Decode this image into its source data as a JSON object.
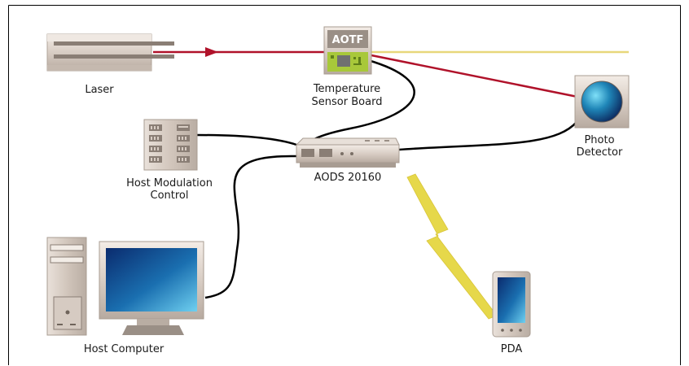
{
  "labels": {
    "laser": "Laser",
    "temperature_sensor_board_line1": "Temperature",
    "temperature_sensor_board_line2": "Sensor Board",
    "aotf": "AOTF",
    "host_modulation_control_line1": "Host Modulation",
    "host_modulation_control_line2": "Control",
    "aods": "AODS 20160",
    "photo_detector_line1": "Photo",
    "photo_detector_line2": "Detector",
    "host_computer": "Host Computer",
    "pda": "PDA"
  },
  "colors": {
    "laser_beam": "#b0122a",
    "yellow_beam": "#e8d77a",
    "cable": "#000000",
    "wireless_bolt": "#e6d84a",
    "frame": "#000000"
  },
  "icons": {
    "laser": "laser-device-icon",
    "aotf": "aotf-module-icon",
    "sensor_board": "circuit-board-icon",
    "modulation_control": "control-panel-icon",
    "aods": "controller-box-icon",
    "photo_detector": "photo-detector-icon",
    "host_computer_tower": "computer-tower-icon",
    "host_computer_monitor": "monitor-icon",
    "pda": "pda-icon",
    "wireless": "lightning-bolt-icon"
  }
}
